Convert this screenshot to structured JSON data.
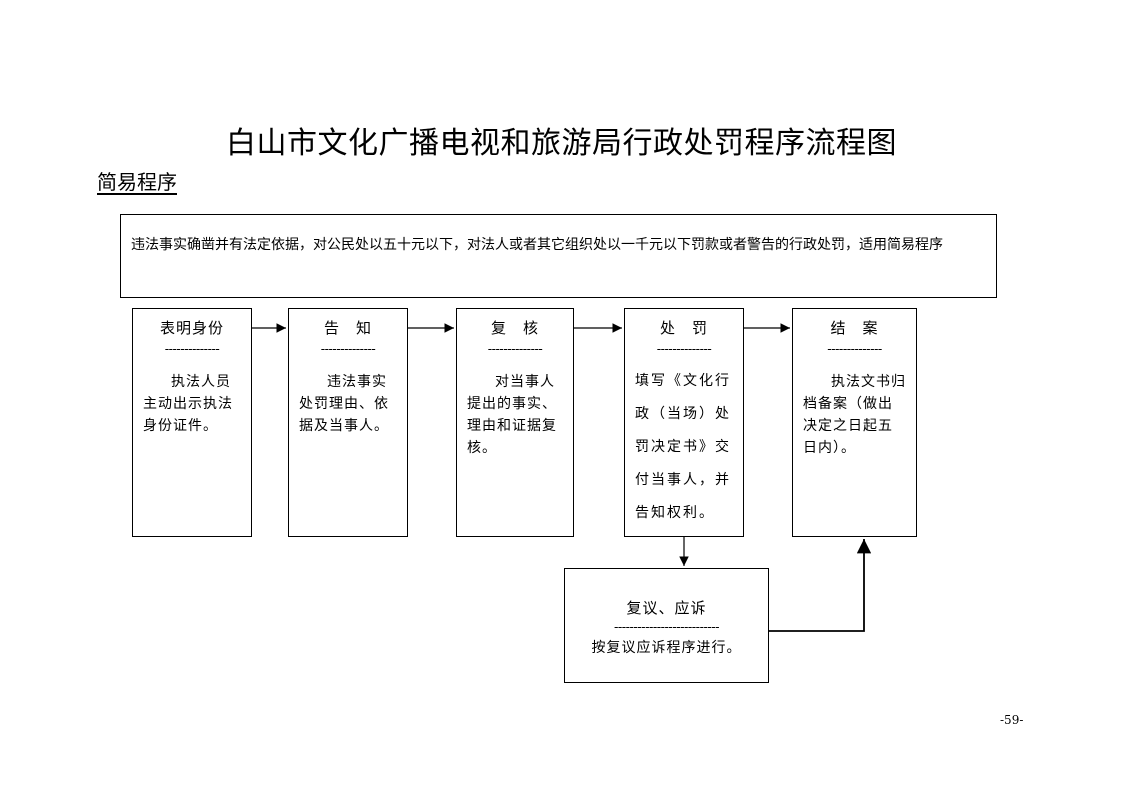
{
  "title": "白山市文化广播电视和旅游局行政处罚程序流程图",
  "subtitle": "简易程序",
  "intro": "违法事实确凿并有法定依据，对公民处以五十元以下，对法人或者其它组织处以一千元以下罚款或者警告的行政处罚，适用简易程序",
  "dash": "--------------",
  "steps": [
    {
      "title": "表明身份",
      "body": "执法人员主动出示执法身份证件。"
    },
    {
      "title": "告　知",
      "body": "违法事实处罚理由、依据及当事人。"
    },
    {
      "title": "复　核",
      "body": "对当事人提出的事实、理由和证据复核。"
    },
    {
      "title": "处　罚",
      "body": "填写《文化行政（当场）处罚决定书》交付当事人，并告知权利。"
    },
    {
      "title": "结　案",
      "body": "执法文书归档备案（做出决定之日起五日内）。"
    }
  ],
  "appeal": {
    "title": "复议、应诉",
    "dash": "---------------------------",
    "body": "按复议应诉程序进行。"
  },
  "page_number": "-59-"
}
